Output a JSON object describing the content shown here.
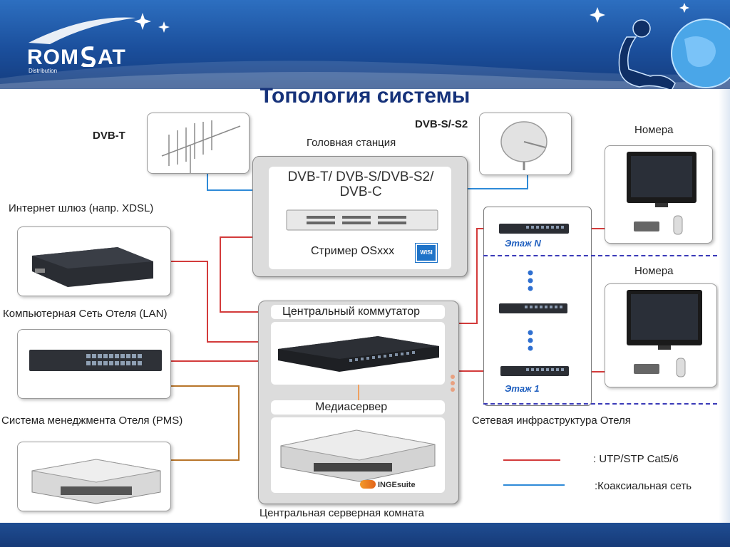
{
  "header": {
    "logo_text_left": "ROM",
    "logo_text_right": "AT",
    "logo_sub": "Distribution"
  },
  "title": "Топология системы",
  "labels": {
    "dvbt": "DVB-T",
    "dvbs": "DVB-S/-S2",
    "headend": "Головная станция",
    "headend_box_title": "DVB-T/ DVB-S/DVB-S2/ DVB-C",
    "streamer": "Стример OSxxx",
    "streamer_badge": "WISI",
    "rooms_top": "Номера",
    "rooms_bottom": "Номера",
    "internet": "Интернет шлюз (напр. XDSL)",
    "lan": "Компьютерная Сеть Отеля (LAN)",
    "pms": "Система менеджмента Отеля (PMS)",
    "central_switch": "Центральный коммутатор",
    "media_server": "Медиасервер",
    "ingesuite": "INGEsuite",
    "server_room": "Центральная серверная комната",
    "floor_n": "Этаж N",
    "floor_1": "Этаж 1",
    "network_infra": "Сетевая инфраструктура Отеля"
  },
  "legend": {
    "utp": ": UTP/STP Cat5/6",
    "coax": ":Коаксиальная сеть",
    "utp_color": "#d33b3b",
    "coax_color": "#2e8ad8"
  },
  "colors": {
    "header_blue": "#1b4f9c",
    "title_blue": "#16327a",
    "footer_blue": "#163a78"
  },
  "icons": [
    "antenna-icon",
    "satellite-dish-icon",
    "router-icon",
    "network-switch-icon",
    "server-icon",
    "tv-icon",
    "set-top-box-icon",
    "remote-icon"
  ]
}
